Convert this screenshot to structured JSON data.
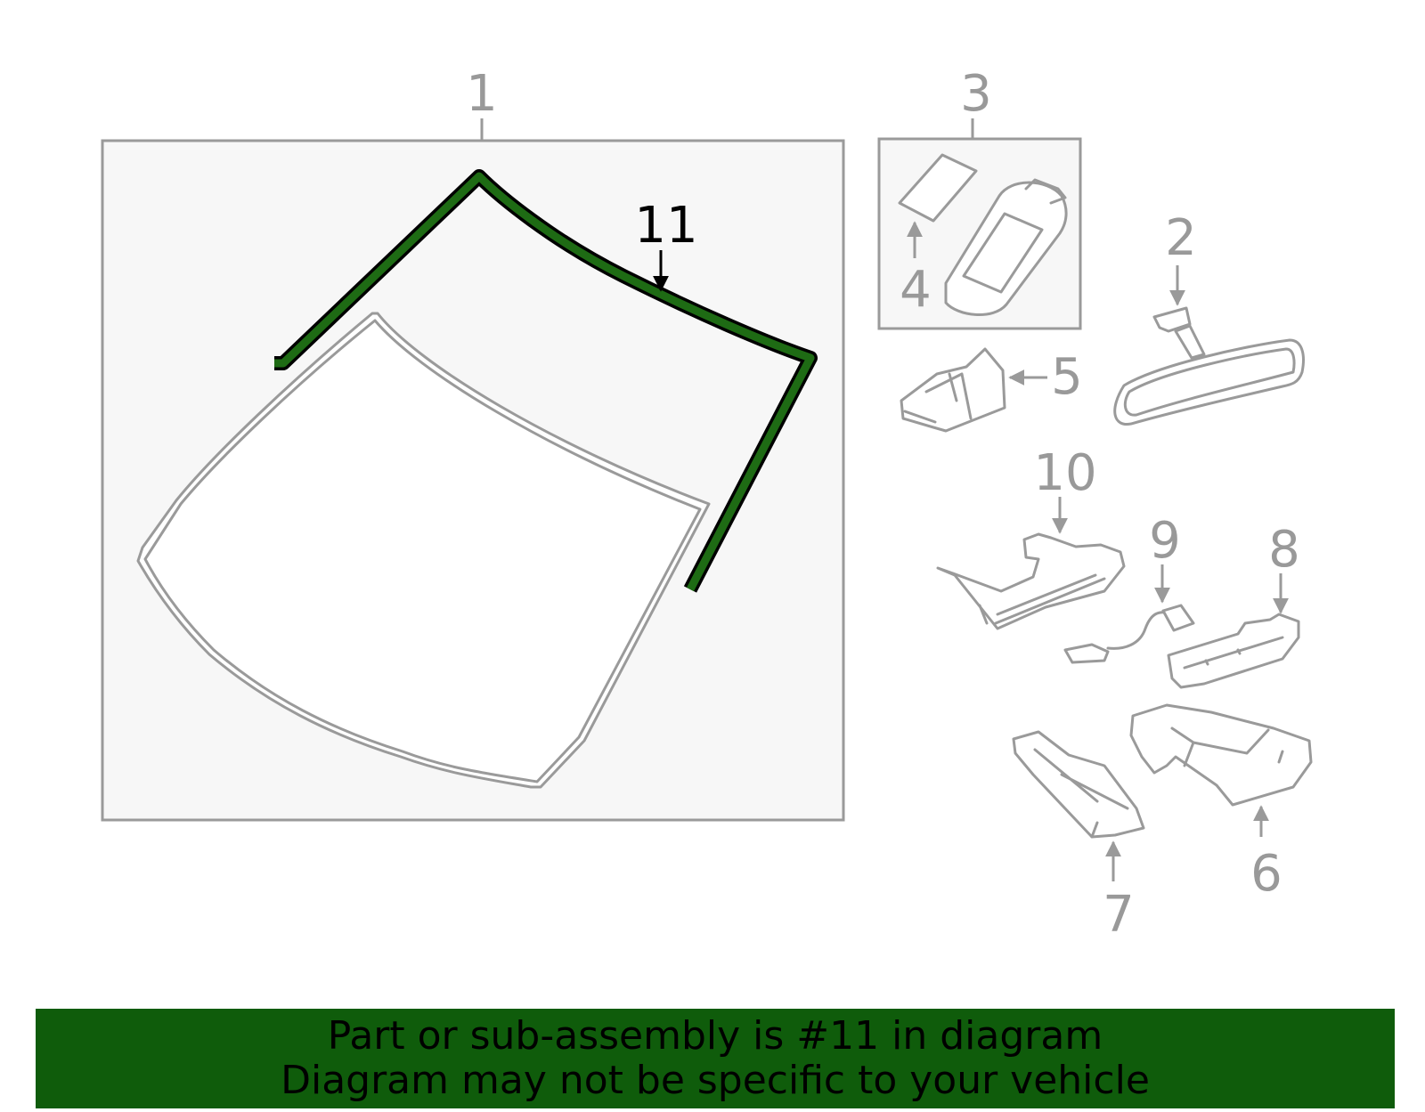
{
  "callouts": {
    "c1": "1",
    "c2": "2",
    "c3": "3",
    "c4": "4",
    "c5": "5",
    "c6": "6",
    "c7": "7",
    "c8": "8",
    "c9": "9",
    "c10": "10",
    "c11": "11"
  },
  "highlighted_part": "11",
  "colors": {
    "highlight_green": "#1e6b14",
    "banner_green": "#0f5c0b",
    "line_gray": "#9a9a9a",
    "box_fill": "#f7f7f7"
  },
  "banner": {
    "line1": "Part or sub-assembly is #11 in diagram",
    "line2": "Diagram may not be specific to your vehicle"
  }
}
